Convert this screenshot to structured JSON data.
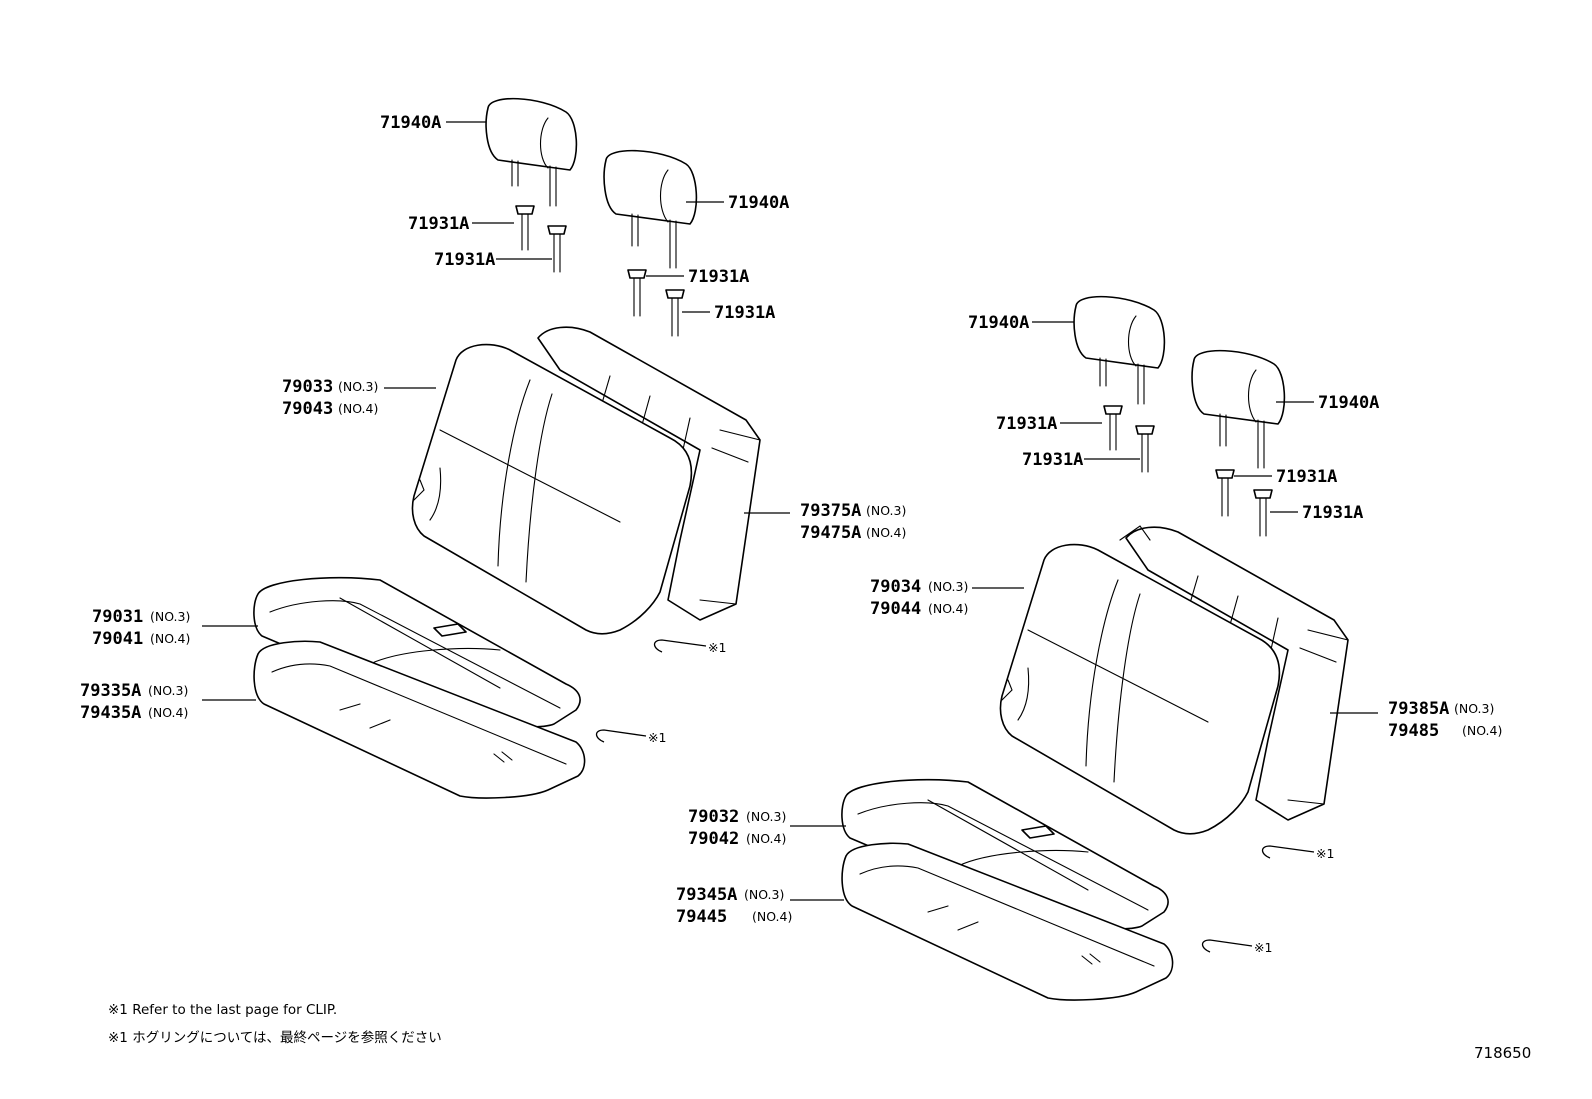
{
  "callouts": {
    "hr1": {
      "part": "71940A"
    },
    "hr2": {
      "part": "71940A"
    },
    "hr3": {
      "part": "71940A"
    },
    "hr4": {
      "part": "71940A"
    },
    "sp1": {
      "part": "71931A"
    },
    "sp2": {
      "part": "71931A"
    },
    "sp3": {
      "part": "71931A"
    },
    "sp4": {
      "part": "71931A"
    },
    "sp5": {
      "part": "71931A"
    },
    "sp6": {
      "part": "71931A"
    },
    "sp7": {
      "part": "71931A"
    },
    "sp8": {
      "part": "71931A"
    },
    "lback": {
      "part1": "79033",
      "sub1": "(NO.3)",
      "part2": "79043",
      "sub2": "(NO.4)"
    },
    "lbackpad": {
      "part1": "79375A",
      "sub1": "(NO.3)",
      "part2": "79475A",
      "sub2": "(NO.4)"
    },
    "lcush": {
      "part1": "79031",
      "sub1": "(NO.3)",
      "part2": "79041",
      "sub2": "(NO.4)"
    },
    "lcushpad": {
      "part1": "79335A",
      "sub1": "(NO.3)",
      "part2": "79435A",
      "sub2": "(NO.4)"
    },
    "rback": {
      "part1": "79034",
      "sub1": "(NO.3)",
      "part2": "79044",
      "sub2": "(NO.4)"
    },
    "rbackpad": {
      "part1": "79385A",
      "sub1": "(NO.3)",
      "part2": "79485",
      "sub2": "(NO.4)"
    },
    "rcush": {
      "part1": "79032",
      "sub1": "(NO.3)",
      "part2": "79042",
      "sub2": "(NO.4)"
    },
    "rcushpad": {
      "part1": "79345A",
      "sub1": "(NO.3)",
      "part2": "79445",
      "sub2": "(NO.4)"
    },
    "clip": {
      "label": "※1"
    }
  },
  "notes": {
    "en": "※1  Refer to the last page for CLIP.",
    "jp": "※1  ホグリングについては、最終ページを参照ください"
  },
  "figure_number": "718650"
}
